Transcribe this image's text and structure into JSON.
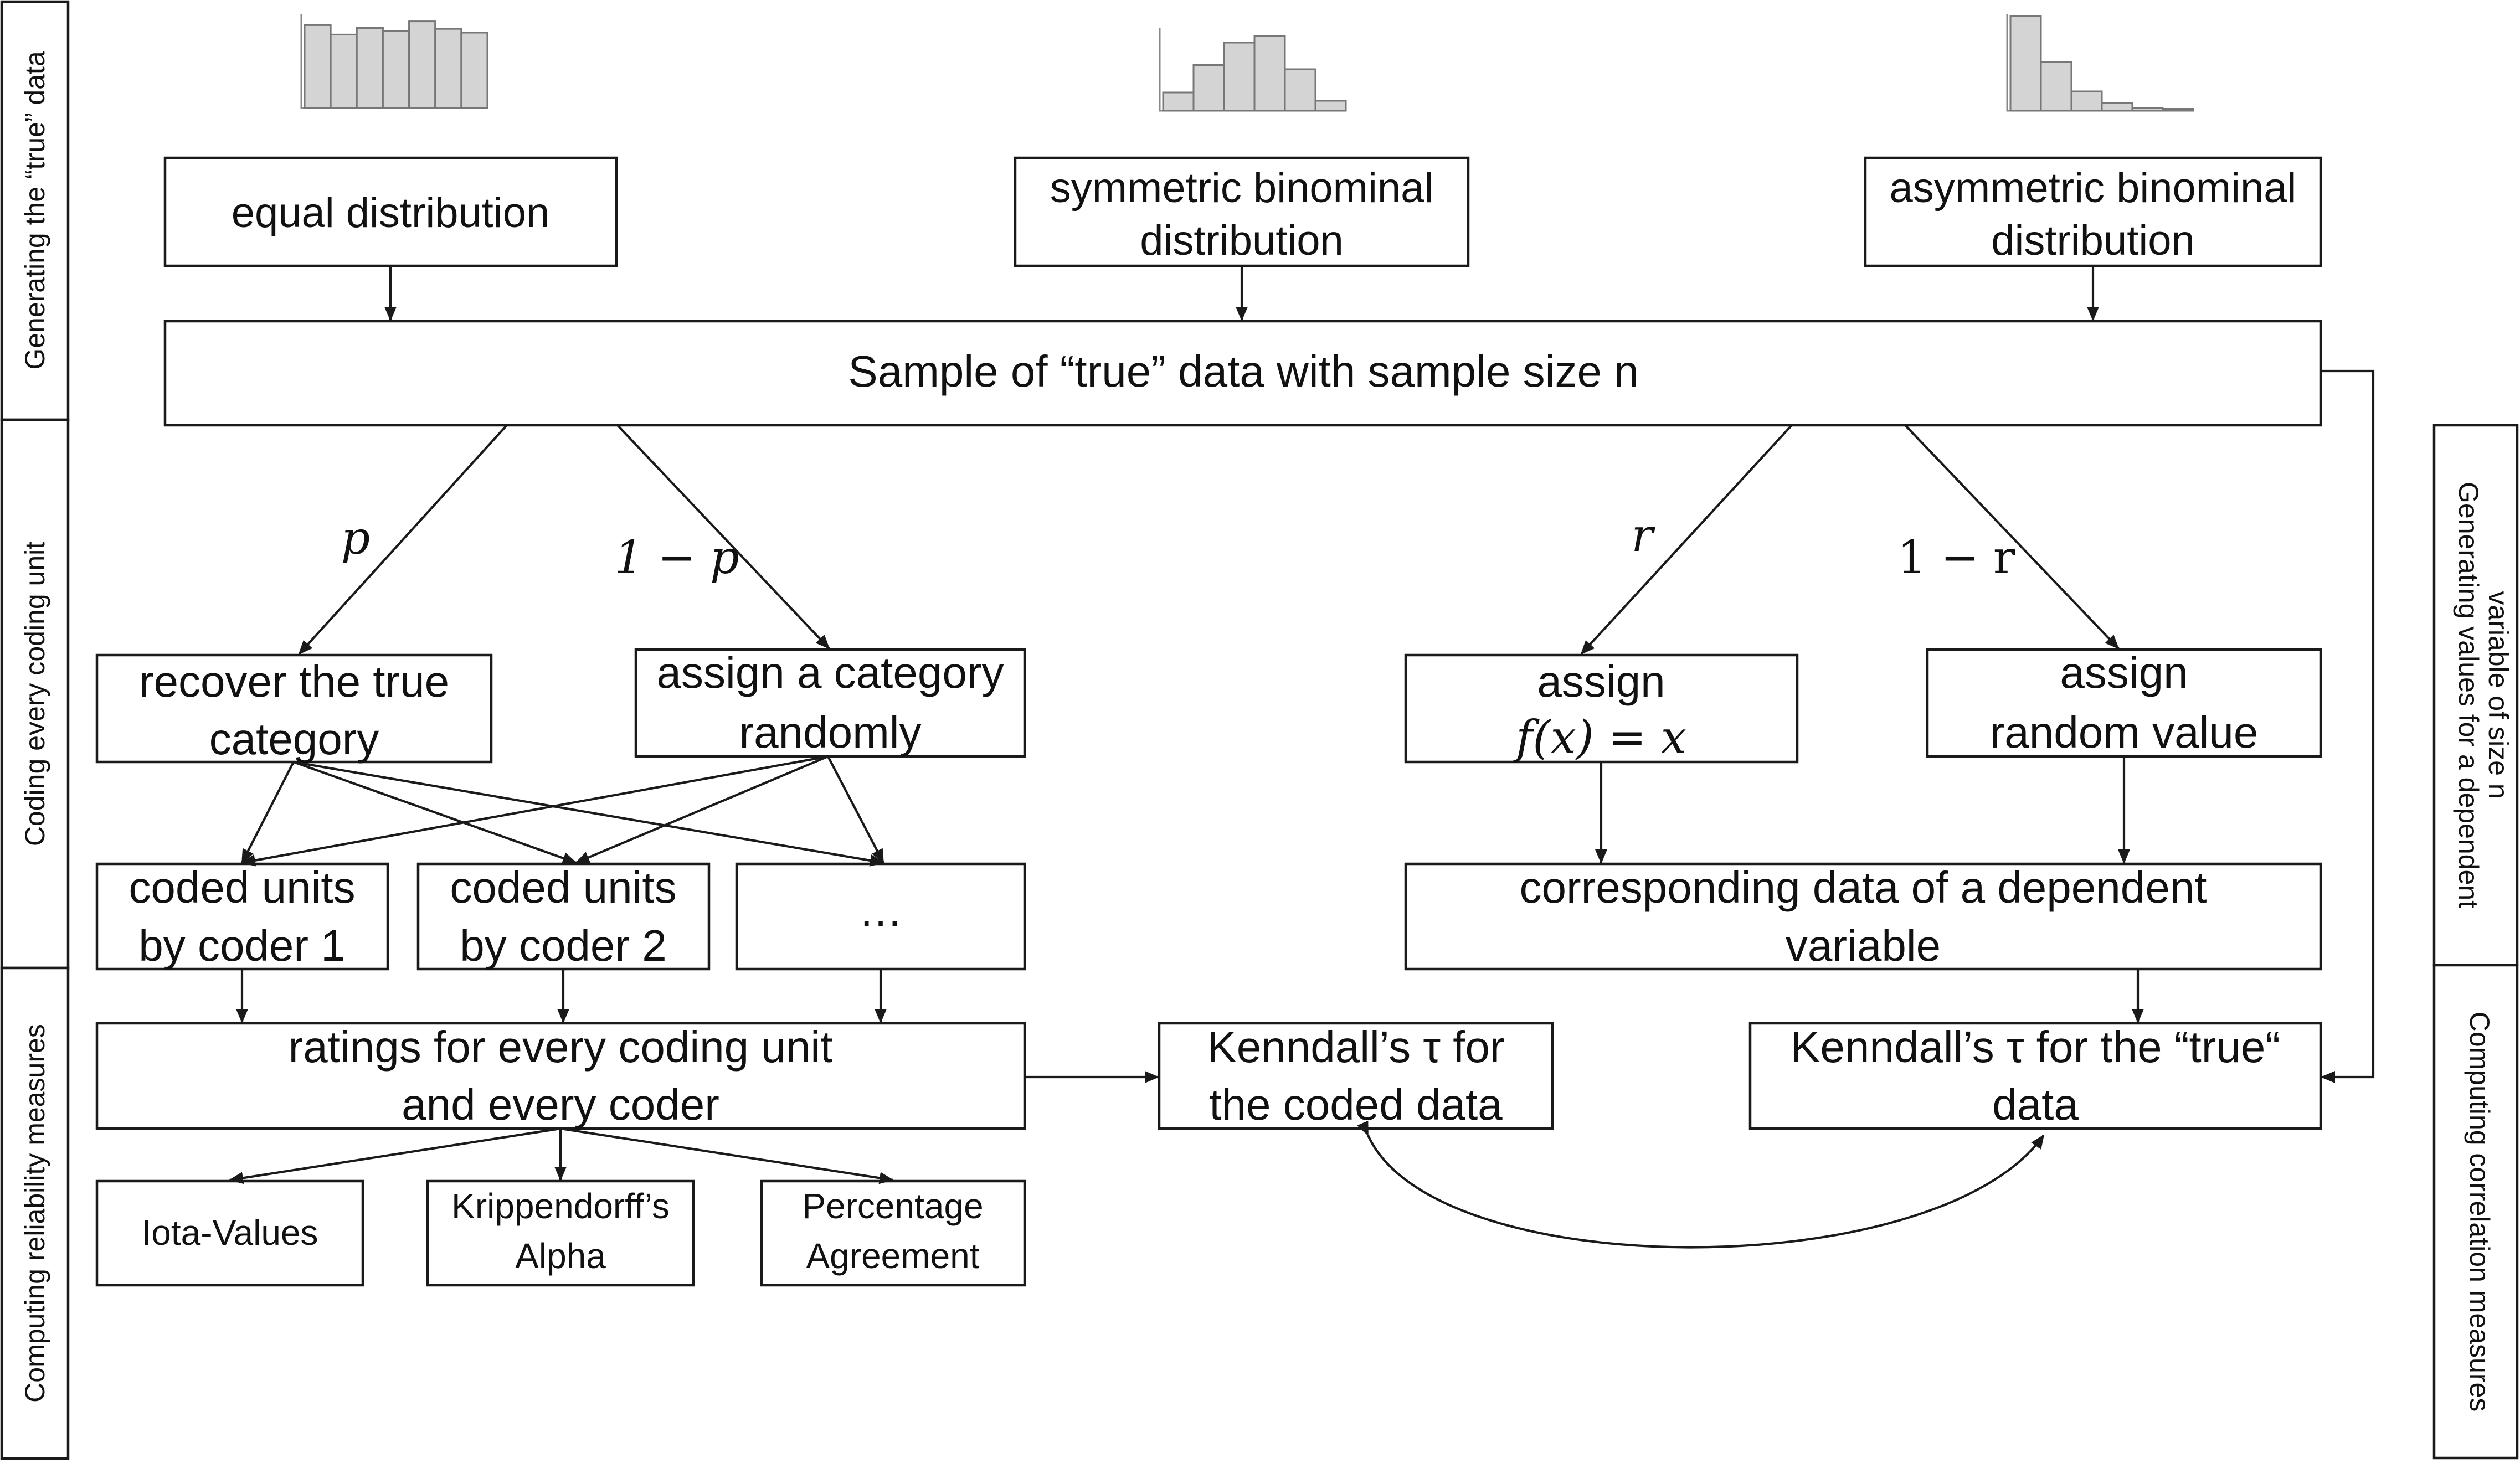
{
  "side_labels": {
    "generating_true_data": "Generating the “true” data",
    "coding_every_unit": "Coding every coding unit",
    "computing_reliability": "Computing reliability measures",
    "generating_dependent_line1": "Generating values for a dependent",
    "generating_dependent_line2": "variable of size n",
    "computing_correlation": "Computing correlation measures"
  },
  "boxes": {
    "equal": "equal distribution",
    "symmetric_l1": "symmetric binominal",
    "symmetric_l2": "distribution",
    "asymmetric_l1": "asymmetric binominal",
    "asymmetric_l2": "distribution",
    "sample": "Sample of “true” data with sample size  n",
    "recover_l1": "recover the true",
    "recover_l2": "category",
    "assign_cat_l1": "assign a category",
    "assign_cat_l2": "randomly",
    "assign_fx_l1": "assign",
    "assign_fx_l2": "f(x) = x",
    "assign_rand_l1": "assign",
    "assign_rand_l2": "random value",
    "coder1_l1": "coded units",
    "coder1_l2": "by coder 1",
    "coder2_l1": "coded units",
    "coder2_l2": "by coder 2",
    "ellipsis": "…",
    "dependent_l1": "corresponding data of a dependent",
    "dependent_l2": "variable",
    "ratings_l1": "ratings for every coding unit",
    "ratings_l2": "and every coder",
    "kendall_coded_l1": "Kenndall’s τ for",
    "kendall_coded_l2": "the coded data",
    "kendall_true_l1": "Kenndall’s τ for the “true“",
    "kendall_true_l2": "data",
    "iota": "Iota-Values",
    "kripp_l1": "Krippendorff’s",
    "kripp_l2": "Alpha",
    "pct_l1": "Percentage",
    "pct_l2": "Agreement"
  },
  "edge_labels": {
    "p": "p",
    "one_minus_p": "1 − p",
    "r": "r",
    "one_minus_r": "1 − r"
  },
  "histograms": {
    "equal": [
      0.88,
      0.78,
      0.85,
      0.82,
      0.92,
      0.84,
      0.8
    ],
    "symmetric": [
      0.22,
      0.55,
      0.82,
      0.9,
      0.5,
      0.12
    ],
    "asymmetric": [
      0.98,
      0.5,
      0.2,
      0.08,
      0.03,
      0.02
    ]
  }
}
